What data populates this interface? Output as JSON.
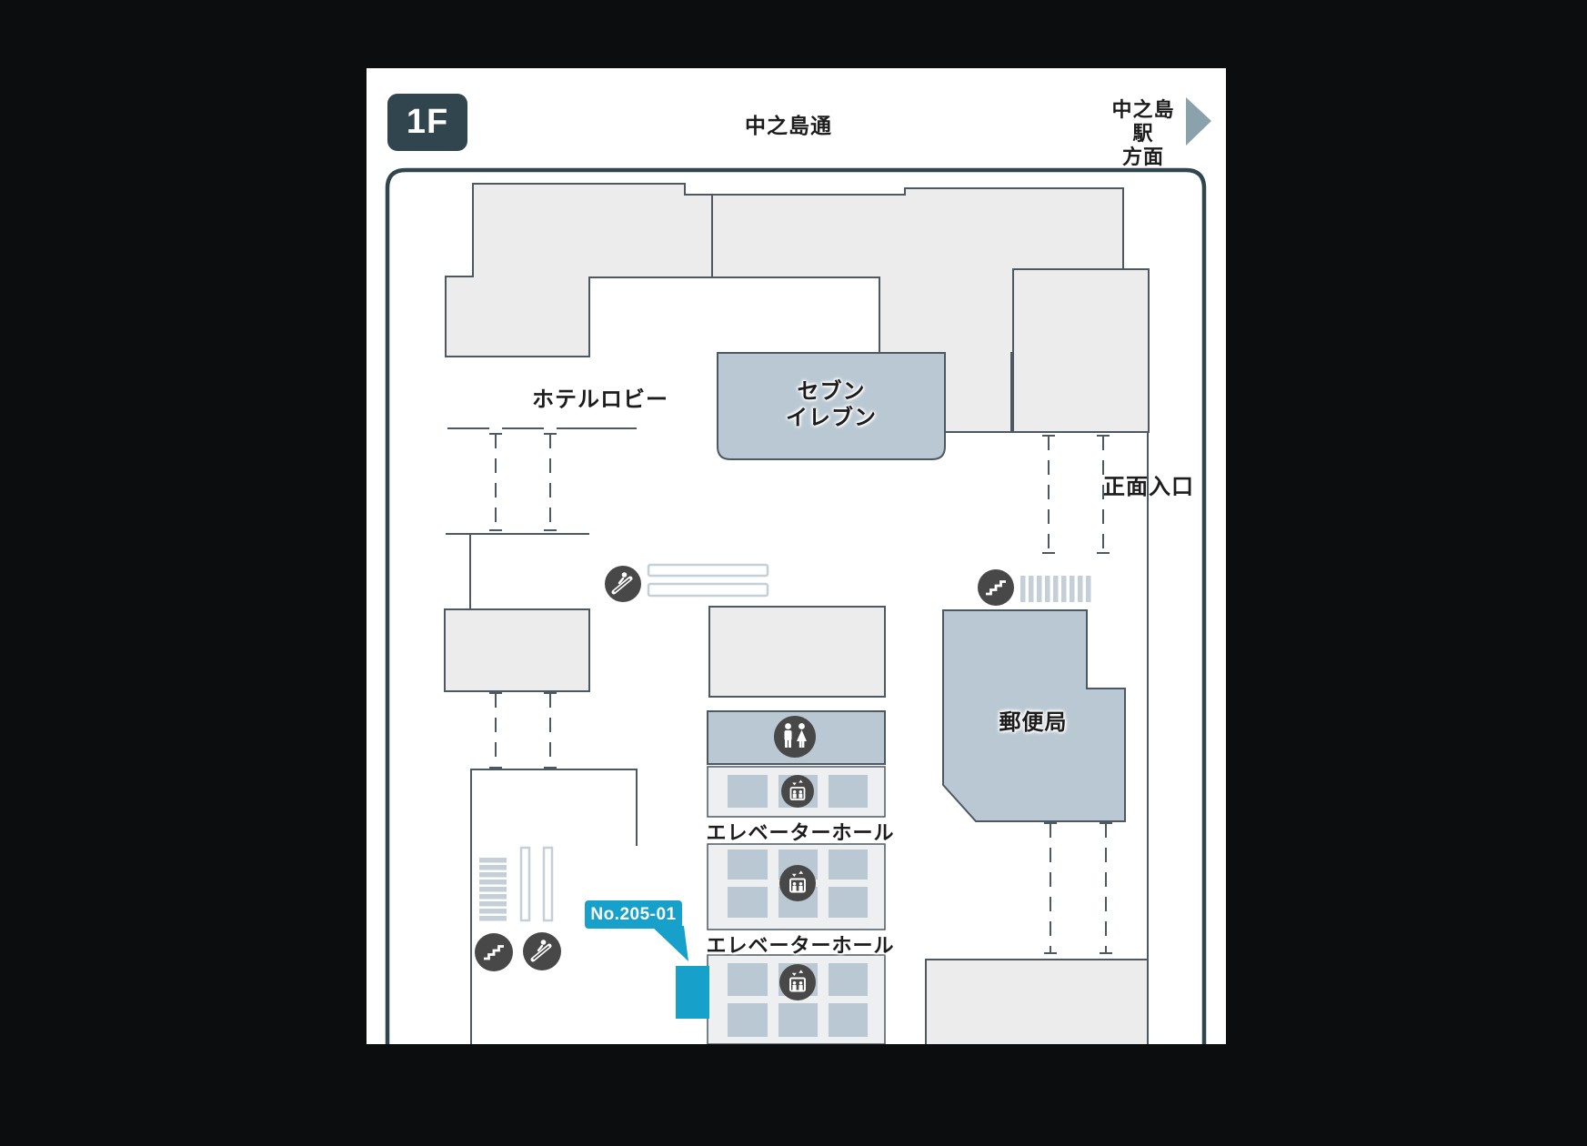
{
  "floor_badge": "1F",
  "header": {
    "street_label": "中之島通",
    "station_label_line1": "中之島駅",
    "station_label_line2": "方面"
  },
  "map": {
    "labels": {
      "hotel_lobby": "ホテルロビー",
      "seven_eleven_line1": "セブン",
      "seven_eleven_line2": "イレブン",
      "post_office": "郵便局",
      "elevator_hall_upper": "エレベーターホール",
      "elevator_hall_lower": "エレベーターホール",
      "main_entrance": "正面入口"
    },
    "marker": {
      "label": "No.205-01"
    },
    "icons": [
      "restroom-icon",
      "elevator-icon",
      "elevator-icon",
      "elevator-icon",
      "stairs-icon",
      "stairs-icon",
      "escalator-icon",
      "escalator-icon",
      "direction-arrow-icon"
    ],
    "colors": {
      "accent_cyan": "#17a0c9",
      "slate_dark": "#30454e",
      "outline": "#4d5962",
      "building_gray": "#ececed",
      "tenant_bluegray": "#b9c8d2",
      "panel_gray": "#edeff0",
      "hatch_gray": "#c5cfd8",
      "icon_circle": "#484848",
      "arrow_gray": "#8ba1ac",
      "background": "#0c0d0e"
    }
  }
}
